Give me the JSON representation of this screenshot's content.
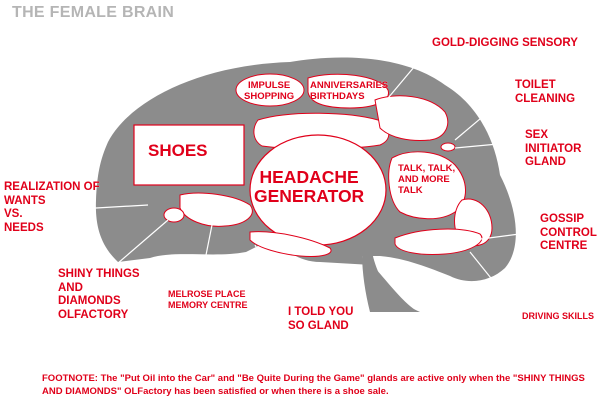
{
  "title": "THE FEMALE BRAIN",
  "regions": {
    "impulse_shopping": "IMPULSE\nSHOPPING",
    "anniversaries_birthdays": "ANNIVERSARIES\nBIRTHDAYS",
    "shoes": "SHOES",
    "headache_generator": "HEADACHE\nGENERATOR",
    "talk": "TALK, TALK,\nAND MORE\nTALK"
  },
  "callouts": {
    "gold_digging": "GOLD-DIGGING SENSORY",
    "toilet_cleaning": "TOILET\nCLEANING",
    "sex_initiator": "SEX\nINITIATOR\nGLAND",
    "realization": "REALIZATION OF\nWANTS\nVS.\nNEEDS",
    "gossip_control": "GOSSIP\nCONTROL\nCENTRE",
    "shiny_things": "SHINY THINGS\nAND\nDIAMONDS\nOLFACTORY",
    "melrose_place": "MELROSE PLACE\nMEMORY CENTRE",
    "told_you_so": "I TOLD YOU\nSO GLAND",
    "driving_skills": "DRIVING SKILLS"
  },
  "footnote": "FOOTNOTE:  The \"Put Oil into the Car\" and \"Be Quite During the Game\" glands are active only when the \"SHINY THINGS AND DIAMONDS\" OLFactory has been satisfied or when there is a shoe sale.",
  "colors": {
    "brain": "#8c8c8c",
    "label": "#e0001a",
    "title": "#b5b5b5"
  }
}
